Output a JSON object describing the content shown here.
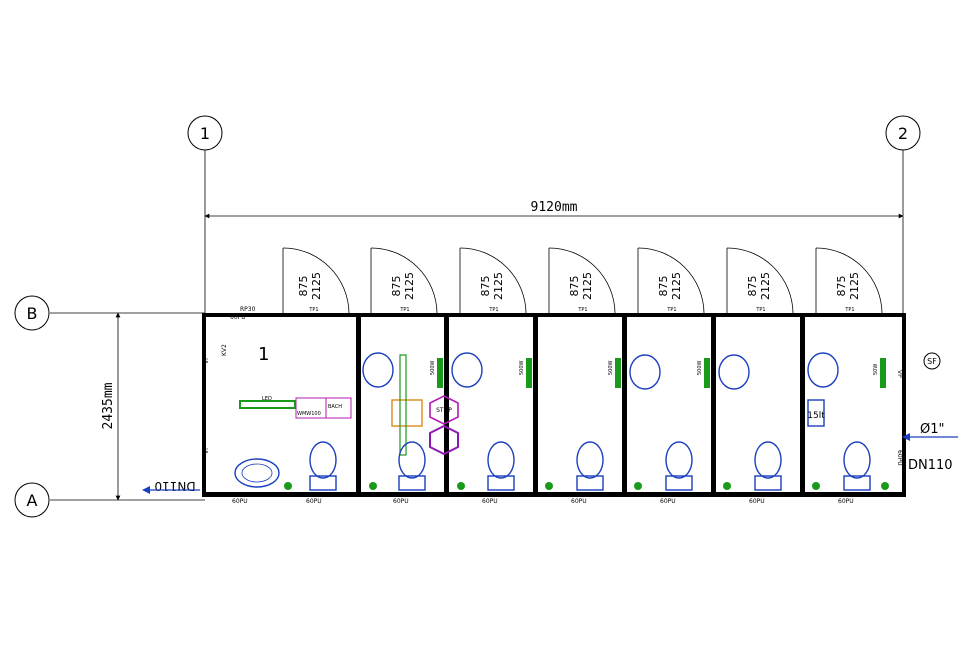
{
  "grid": {
    "col1": "1",
    "col2": "2",
    "rowB": "B",
    "rowA": "A"
  },
  "dimensions": {
    "width": "9120mm",
    "depth": "2435mm"
  },
  "room_number": "1",
  "door_labels": {
    "width": "875",
    "height": "2125",
    "type": "TP1",
    "panel": "60PU"
  },
  "wall_labels": {
    "rp30": "RP30",
    "pu60": "60PU",
    "vp": "VP",
    "kv2": "KV2"
  },
  "fixtures": {
    "heater": "500W",
    "heater_last": "50W",
    "boiler": "15lt",
    "appliance_a": "WMW100",
    "appliance_b": "BACH",
    "led": "LED",
    "stop": "STOP"
  },
  "pipes": {
    "drain_left": "DN110",
    "drain_right": "DN110",
    "water_supply": "Ø1\"",
    "sf": "SF"
  },
  "colors": {
    "line": "#000000",
    "fixture_green": "#1a9a1a",
    "water_blue": "#1a3fbf",
    "label_magenta": "#b01cb0",
    "furniture_orange": "#d88c1a"
  }
}
